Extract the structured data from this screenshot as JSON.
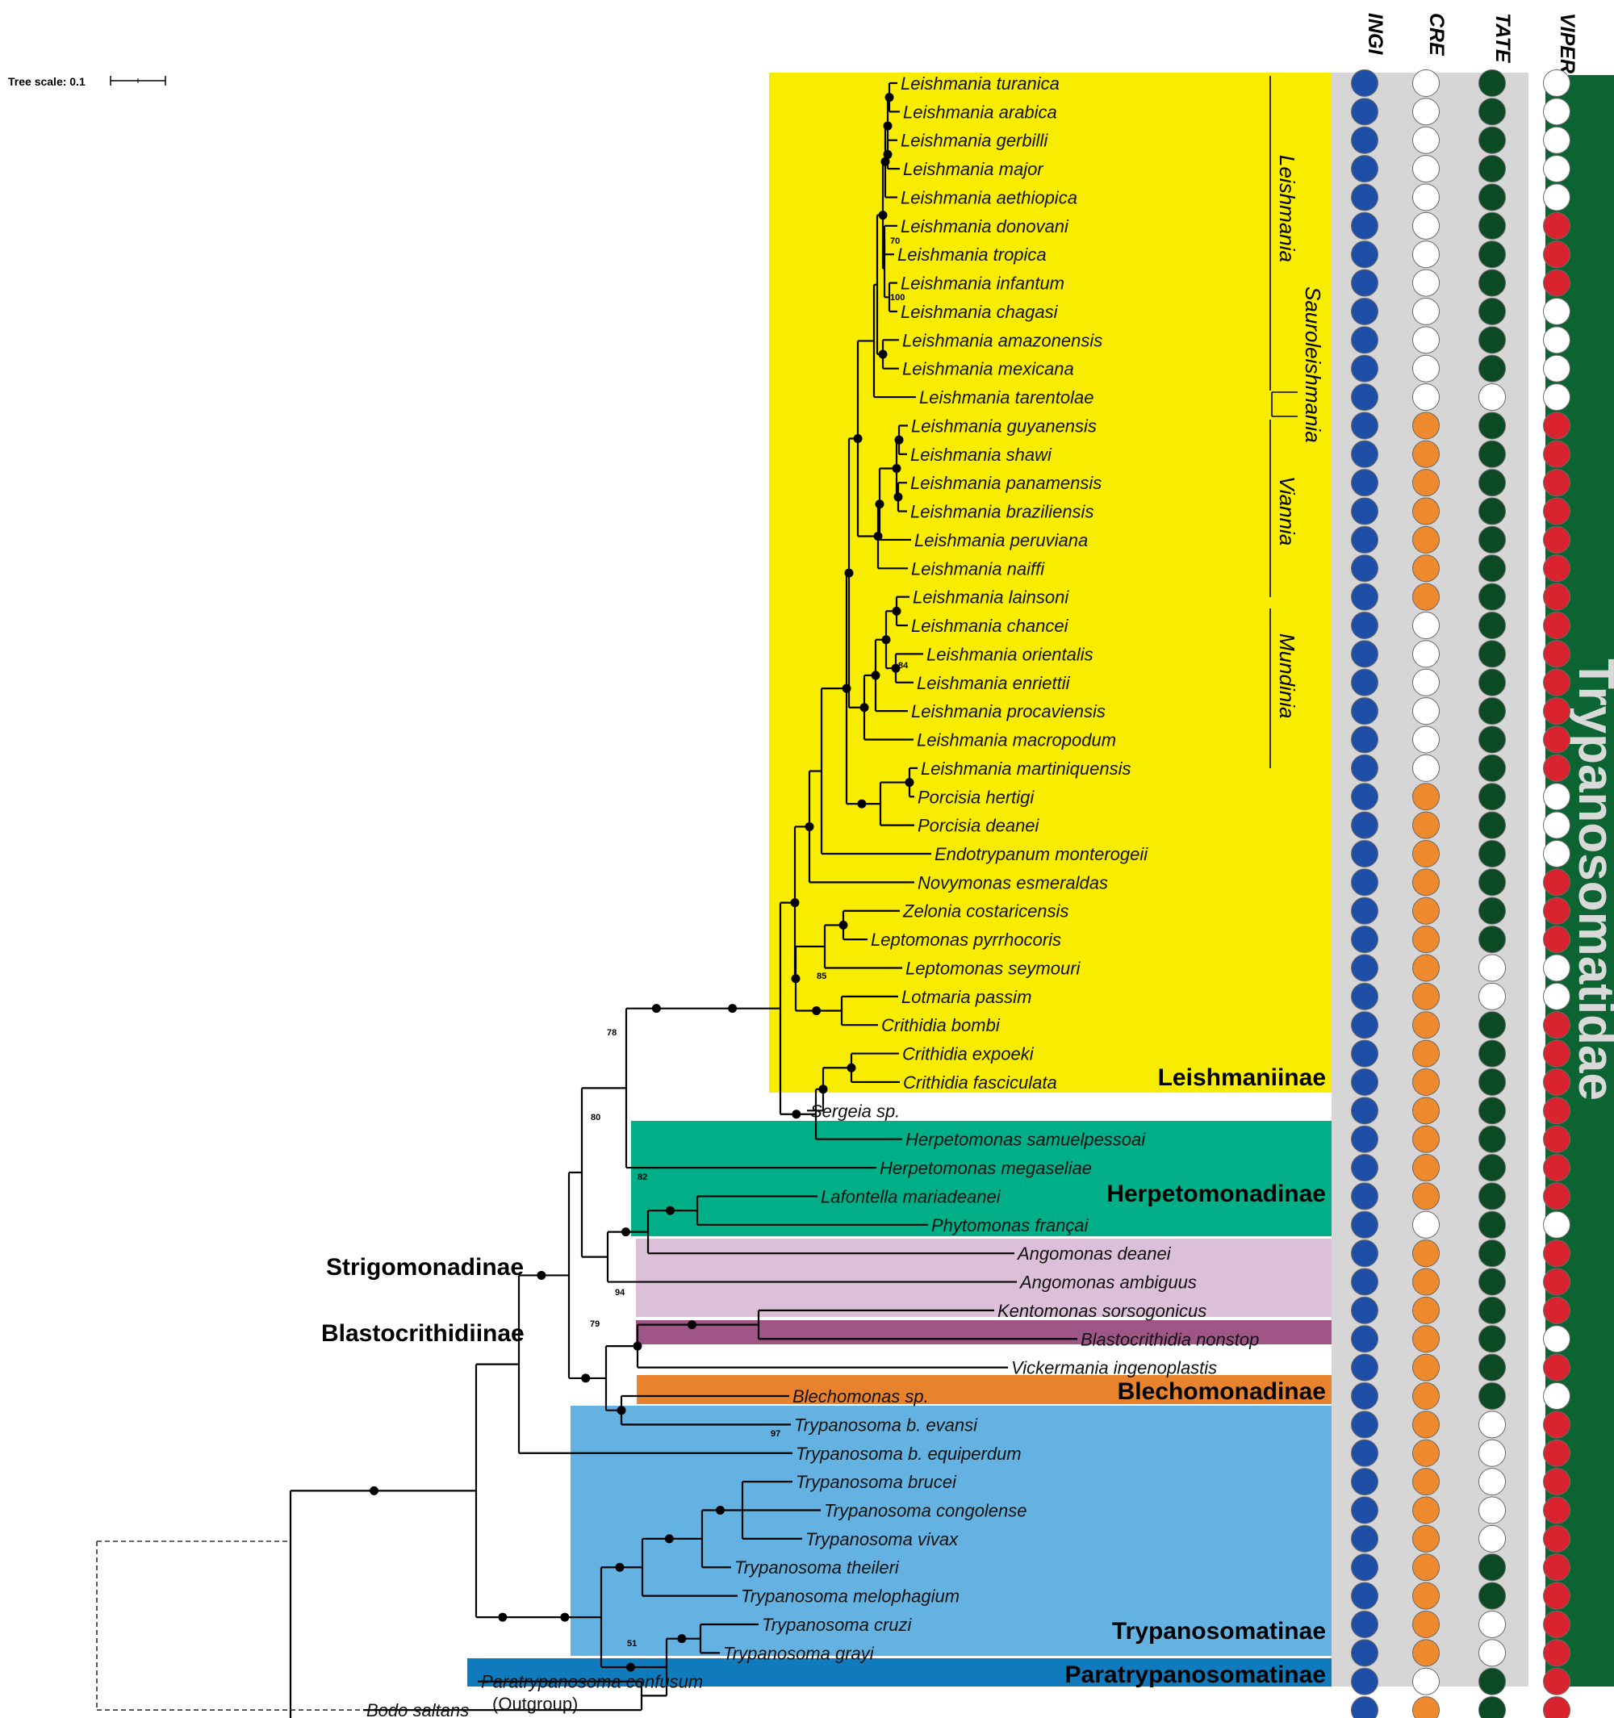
{
  "tree_scale": {
    "label": "Tree scale: 0.1"
  },
  "columns": [
    "INGI",
    "CRE",
    "TATE",
    "VIPER"
  ],
  "family_label": "Trypanosomatidae",
  "colors": {
    "INGI": "#1f4ea6",
    "CRE": "#ee8a2d",
    "TATE": "#0b4a22",
    "VIPER": "#d9232e",
    "absent": "#ffffff",
    "Leishmaniinae": "#f8ec00",
    "Herpetomonadinae": "#00ae87",
    "Strigomonadinae": "#dcbfd8",
    "Blastocrithidiinae": "#a05587",
    "Blechomonadinae": "#e8822c",
    "Trypanosomatinae": "#63b2e1",
    "Paratrypanosomatinae": "#0f7bbd",
    "family_bar": "#0b6431"
  },
  "taxa": [
    {
      "name": "Leishmania turanica",
      "INGI": 1,
      "CRE": 0,
      "TATE": 1,
      "VIPER": 0
    },
    {
      "name": "Leishmania arabica",
      "INGI": 1,
      "CRE": 0,
      "TATE": 1,
      "VIPER": 0
    },
    {
      "name": "Leishmania gerbilli",
      "INGI": 1,
      "CRE": 0,
      "TATE": 1,
      "VIPER": 0
    },
    {
      "name": "Leishmania major",
      "INGI": 1,
      "CRE": 0,
      "TATE": 1,
      "VIPER": 0
    },
    {
      "name": "Leishmania aethiopica",
      "INGI": 1,
      "CRE": 0,
      "TATE": 1,
      "VIPER": 0
    },
    {
      "name": "Leishmania donovani",
      "INGI": 1,
      "CRE": 0,
      "TATE": 1,
      "VIPER": 1
    },
    {
      "name": "Leishmania tropica",
      "INGI": 1,
      "CRE": 0,
      "TATE": 1,
      "VIPER": 1
    },
    {
      "name": "Leishmania infantum",
      "INGI": 1,
      "CRE": 0,
      "TATE": 1,
      "VIPER": 1
    },
    {
      "name": "Leishmania chagasi",
      "INGI": 1,
      "CRE": 0,
      "TATE": 1,
      "VIPER": 0
    },
    {
      "name": "Leishmania amazonensis",
      "INGI": 1,
      "CRE": 0,
      "TATE": 1,
      "VIPER": 0
    },
    {
      "name": "Leishmania mexicana",
      "INGI": 1,
      "CRE": 0,
      "TATE": 1,
      "VIPER": 0
    },
    {
      "name": "Leishmania tarentolae",
      "INGI": 1,
      "CRE": 0,
      "TATE": 0,
      "VIPER": 0
    },
    {
      "name": "Leishmania guyanensis",
      "INGI": 1,
      "CRE": 1,
      "TATE": 1,
      "VIPER": 1
    },
    {
      "name": "Leishmania shawi",
      "INGI": 1,
      "CRE": 1,
      "TATE": 1,
      "VIPER": 1
    },
    {
      "name": "Leishmania panamensis",
      "INGI": 1,
      "CRE": 1,
      "TATE": 1,
      "VIPER": 1
    },
    {
      "name": "Leishmania braziliensis",
      "INGI": 1,
      "CRE": 1,
      "TATE": 1,
      "VIPER": 1
    },
    {
      "name": "Leishmania peruviana",
      "INGI": 1,
      "CRE": 1,
      "TATE": 1,
      "VIPER": 1
    },
    {
      "name": "Leishmania naiffi",
      "INGI": 1,
      "CRE": 1,
      "TATE": 1,
      "VIPER": 1
    },
    {
      "name": "Leishmania lainsoni",
      "INGI": 1,
      "CRE": 1,
      "TATE": 1,
      "VIPER": 1
    },
    {
      "name": "Leishmania chancei",
      "INGI": 1,
      "CRE": 0,
      "TATE": 1,
      "VIPER": 1
    },
    {
      "name": "Leishmania orientalis",
      "INGI": 1,
      "CRE": 0,
      "TATE": 1,
      "VIPER": 1
    },
    {
      "name": "Leishmania enriettii",
      "INGI": 1,
      "CRE": 0,
      "TATE": 1,
      "VIPER": 1
    },
    {
      "name": "Leishmania procaviensis",
      "INGI": 1,
      "CRE": 0,
      "TATE": 1,
      "VIPER": 1
    },
    {
      "name": "Leishmania macropodum",
      "INGI": 1,
      "CRE": 0,
      "TATE": 1,
      "VIPER": 1
    },
    {
      "name": "Leishmania martiniquensis",
      "INGI": 1,
      "CRE": 0,
      "TATE": 1,
      "VIPER": 1
    },
    {
      "name": "Porcisia hertigi",
      "INGI": 1,
      "CRE": 1,
      "TATE": 1,
      "VIPER": 0
    },
    {
      "name": "Porcisia deanei",
      "INGI": 1,
      "CRE": 1,
      "TATE": 1,
      "VIPER": 0
    },
    {
      "name": "Endotrypanum monterogeii",
      "INGI": 1,
      "CRE": 1,
      "TATE": 1,
      "VIPER": 0
    },
    {
      "name": "Novymonas esmeraldas",
      "INGI": 1,
      "CRE": 1,
      "TATE": 1,
      "VIPER": 1
    },
    {
      "name": "Zelonia costaricensis",
      "INGI": 1,
      "CRE": 1,
      "TATE": 1,
      "VIPER": 1
    },
    {
      "name": "Leptomonas pyrrhocoris",
      "INGI": 1,
      "CRE": 1,
      "TATE": 1,
      "VIPER": 1
    },
    {
      "name": "Leptomonas seymouri",
      "INGI": 1,
      "CRE": 1,
      "TATE": 0,
      "VIPER": 0
    },
    {
      "name": "Lotmaria passim",
      "INGI": 1,
      "CRE": 1,
      "TATE": 0,
      "VIPER": 0
    },
    {
      "name": "Crithidia bombi",
      "INGI": 1,
      "CRE": 1,
      "TATE": 1,
      "VIPER": 1
    },
    {
      "name": "Crithidia expoeki",
      "INGI": 1,
      "CRE": 1,
      "TATE": 1,
      "VIPER": 1
    },
    {
      "name": "Crithidia fasciculata",
      "INGI": 1,
      "CRE": 1,
      "TATE": 1,
      "VIPER": 1
    },
    {
      "name": "Sergeia sp.",
      "INGI": 1,
      "CRE": 1,
      "TATE": 1,
      "VIPER": 1
    },
    {
      "name": "Herpetomonas samuelpessoai",
      "INGI": 1,
      "CRE": 1,
      "TATE": 1,
      "VIPER": 1
    },
    {
      "name": "Herpetomonas megaseliae",
      "INGI": 1,
      "CRE": 1,
      "TATE": 1,
      "VIPER": 1
    },
    {
      "name": "Lafontella mariadeanei",
      "INGI": 1,
      "CRE": 1,
      "TATE": 1,
      "VIPER": 1
    },
    {
      "name": "Phytomonas françai",
      "INGI": 1,
      "CRE": 0,
      "TATE": 1,
      "VIPER": 0
    },
    {
      "name": "Angomonas deanei",
      "INGI": 1,
      "CRE": 1,
      "TATE": 1,
      "VIPER": 1
    },
    {
      "name": "Angomonas ambiguus",
      "INGI": 1,
      "CRE": 1,
      "TATE": 1,
      "VIPER": 1
    },
    {
      "name": "Kentomonas sorsogonicus",
      "INGI": 1,
      "CRE": 1,
      "TATE": 1,
      "VIPER": 1
    },
    {
      "name": "Blastocrithidia nonstop",
      "INGI": 1,
      "CRE": 1,
      "TATE": 1,
      "VIPER": 0
    },
    {
      "name": "Vickermania ingenoplastis",
      "INGI": 1,
      "CRE": 1,
      "TATE": 1,
      "VIPER": 1
    },
    {
      "name": "Blechomonas sp.",
      "INGI": 1,
      "CRE": 1,
      "TATE": 1,
      "VIPER": 0
    },
    {
      "name": "Trypanosoma b. evansi",
      "INGI": 1,
      "CRE": 1,
      "TATE": 0,
      "VIPER": 1
    },
    {
      "name": "Trypanosoma b. equiperdum",
      "INGI": 1,
      "CRE": 1,
      "TATE": 0,
      "VIPER": 1
    },
    {
      "name": "Trypanosoma brucei",
      "INGI": 1,
      "CRE": 1,
      "TATE": 0,
      "VIPER": 1
    },
    {
      "name": "Trypanosoma congolense",
      "INGI": 1,
      "CRE": 1,
      "TATE": 0,
      "VIPER": 1
    },
    {
      "name": "Trypanosoma vivax",
      "INGI": 1,
      "CRE": 1,
      "TATE": 0,
      "VIPER": 1
    },
    {
      "name": "Trypanosoma theileri",
      "INGI": 1,
      "CRE": 1,
      "TATE": 1,
      "VIPER": 1
    },
    {
      "name": "Trypanosoma melophagium",
      "INGI": 1,
      "CRE": 1,
      "TATE": 1,
      "VIPER": 1
    },
    {
      "name": "Trypanosoma cruzi",
      "INGI": 1,
      "CRE": 1,
      "TATE": 0,
      "VIPER": 1
    },
    {
      "name": "Trypanosoma grayi",
      "INGI": 1,
      "CRE": 1,
      "TATE": 0,
      "VIPER": 1
    },
    {
      "name": "Paratrypanosoma confusum",
      "INGI": 1,
      "CRE": 0,
      "TATE": 1,
      "VIPER": 1
    },
    {
      "name": "Bodo saltans",
      "INGI": 1,
      "CRE": 1,
      "TATE": 1,
      "VIPER": 1
    }
  ],
  "outgroup_note": "(Outgroup)",
  "subfamilies": [
    {
      "key": "Leishmaniinae",
      "label": "Leishmaniinae"
    },
    {
      "key": "Herpetomonadinae",
      "label": "Herpetomonadinae"
    },
    {
      "key": "Strigomonadinae",
      "label": "Strigomonadinae"
    },
    {
      "key": "Blastocrithidiinae",
      "label": "Blastocrithidiinae"
    },
    {
      "key": "Blechomonadinae",
      "label": "Blechomonadinae"
    },
    {
      "key": "Trypanosomatinae",
      "label": "Trypanosomatinae"
    },
    {
      "key": "Paratrypanosomatinae",
      "label": "Paratrypanosomatinae"
    }
  ],
  "subgenera": {
    "leishmania": "Leishmania",
    "sauroleishmania": "Sauroleishmania",
    "viannia": "Viannia",
    "mundinia": "Mundinia"
  },
  "bootstrap": [
    "70",
    "100",
    "84",
    "85",
    "78",
    "80",
    "82",
    "94",
    "79",
    "97",
    "51"
  ]
}
